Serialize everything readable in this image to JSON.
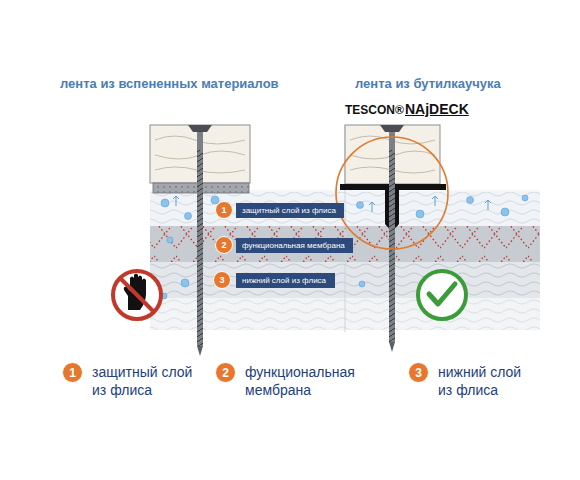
{
  "diagram": {
    "nodes": [
      {
        "text": [
          "1"
        ]
      },
      {
        "text": [
          "защитный слой из флиса"
        ]
      },
      {
        "text": [
          "2"
        ]
      },
      {
        "text": [
          "функциональная мембрана"
        ]
      },
      {
        "text": [
          "3"
        ]
      },
      {
        "text": [
          "нижний слой из флиса"
        ]
      },
      {
        "text": [
          "1"
        ]
      },
      {
        "text": [
          "2"
        ]
      },
      {
        "text": [
          "3"
        ]
      }
    ],
    "labels": [
      "лента из вспененных материалов",
      "лента из бутилкаучука",
      "TESCON®",
      "NAjDECK",
      "защитный слой из флиса",
      "функциональная мембрана",
      "нижний слой из флиса"
    ]
  }
}
